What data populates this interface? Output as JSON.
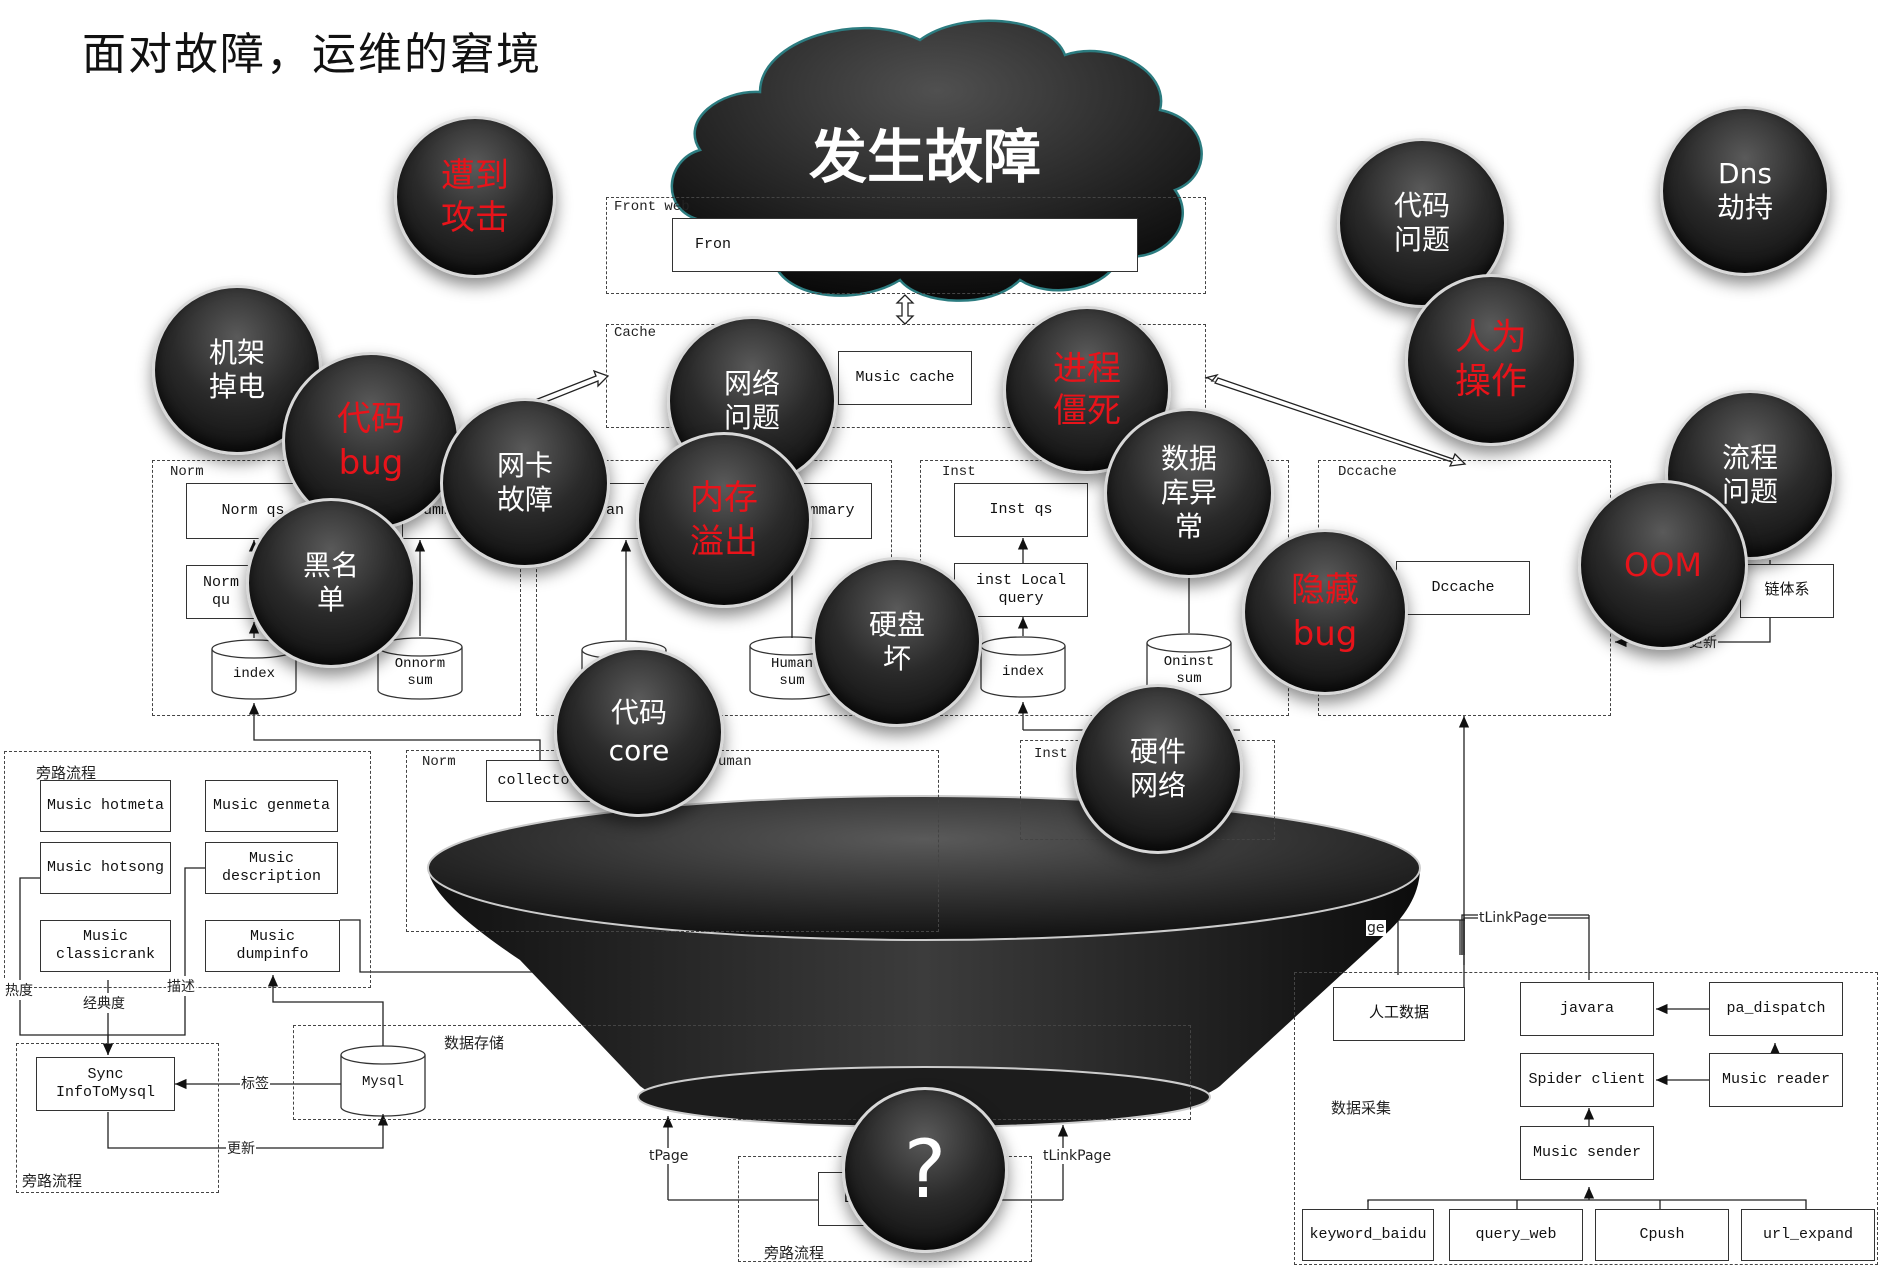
{
  "title": "面对故障，运维的窘境",
  "cloud_text": "发生故障",
  "question_mark": "?",
  "groups": {
    "front_web": "Front web",
    "front_inner": "Fron",
    "cache": "Cache",
    "norm": "Norm",
    "inst": "Inst",
    "dccache": "Dccache",
    "norm_sub": "Norm",
    "human_sub": "uman",
    "inst_sub": "Inst",
    "side_flow_top": "旁路流程",
    "side_flow_bottom": "旁路流程",
    "side_flow_center": "旁路流程",
    "data_storage": "数据存储",
    "data_collect": "数据采集"
  },
  "boxes": {
    "music_cache": "Music cache",
    "norm_qs": "Norm qs",
    "summ": "summ",
    "norm_q": "Norm\nqu",
    "an": "an",
    "summary": "mmary",
    "inst_qs": "Inst qs",
    "inst_local_query": "inst Local\nquery",
    "dccache_box": "Dccache",
    "chain_system": "链体系",
    "collector": "collector",
    "music_hotmeta": "Music hotmeta",
    "music_genmeta": "Music genmeta",
    "music_hotsong": "Music hotsong",
    "music_description": "Music\ndescription",
    "music_classicrank": "Music\nclassicrank",
    "music_dumpinfo": "Music\ndumpinfo",
    "sync_infotomysql": "Sync\nInfoToMysql",
    "manual_data": "人工数据",
    "javara": "javara",
    "pa_dispatch": "pa_dispatch",
    "spider_client": "Spider client",
    "music_reader": "Music reader",
    "music_sender": "Music sender",
    "keyword_baidu": "keyword_baidu",
    "query_web": "query_web",
    "cpush": "Cpush",
    "url_expand": "url_expand",
    "da": "Da"
  },
  "cylinders": {
    "index_norm": "index",
    "onnorm_sum": "Onnorm\nsum",
    "human_sum": "Human\nsum",
    "index_inst": "index",
    "oninst_sum": "Oninst\nsum",
    "mysql": "Mysql"
  },
  "edge_labels": {
    "hot": "热度",
    "describe": "描述",
    "classic": "经典度",
    "tag": "标签",
    "update_left": "更新",
    "update_right": "更新",
    "tpage": "tPage",
    "tlinkpage_bottom": "tLinkPage",
    "tlinkpage_right": "tLinkPage",
    "ge": "ge"
  },
  "bubbles": [
    {
      "name": "bubble-attack",
      "text": "遭到\n攻击",
      "red": true
    },
    {
      "name": "bubble-dns-hijack",
      "text": "Dns\n劫持",
      "red": false
    },
    {
      "name": "bubble-code-issue",
      "text": "代码\n问题",
      "red": false
    },
    {
      "name": "bubble-human-op",
      "text": "人为\n操作",
      "red": true
    },
    {
      "name": "bubble-rack-power",
      "text": "机架\n掉电",
      "red": false
    },
    {
      "name": "bubble-code-bug",
      "text": "代码\nbug",
      "red": true
    },
    {
      "name": "bubble-nic-fault",
      "text": "网卡\n故障",
      "red": false
    },
    {
      "name": "bubble-network-issue",
      "text": "网络\n问题",
      "red": false
    },
    {
      "name": "bubble-oom-overflow",
      "text": "内存\n溢出",
      "red": true
    },
    {
      "name": "bubble-process-zombie",
      "text": "进程\n僵死",
      "red": true
    },
    {
      "name": "bubble-db-error",
      "text": "数据\n库异\n常",
      "red": false
    },
    {
      "name": "bubble-process-issue",
      "text": "流程\n问题",
      "red": false
    },
    {
      "name": "bubble-oom",
      "text": "OOM",
      "red": true
    },
    {
      "name": "bubble-blacklist",
      "text": "黑名\n单",
      "red": false
    },
    {
      "name": "bubble-disk-broken",
      "text": "硬盘\n坏",
      "red": false
    },
    {
      "name": "bubble-hidden-bug",
      "text": "隐藏\nbug",
      "red": true
    },
    {
      "name": "bubble-code-core",
      "text": "代码\ncore",
      "red": false
    },
    {
      "name": "bubble-hw-network",
      "text": "硬件\n网络",
      "red": false
    }
  ]
}
